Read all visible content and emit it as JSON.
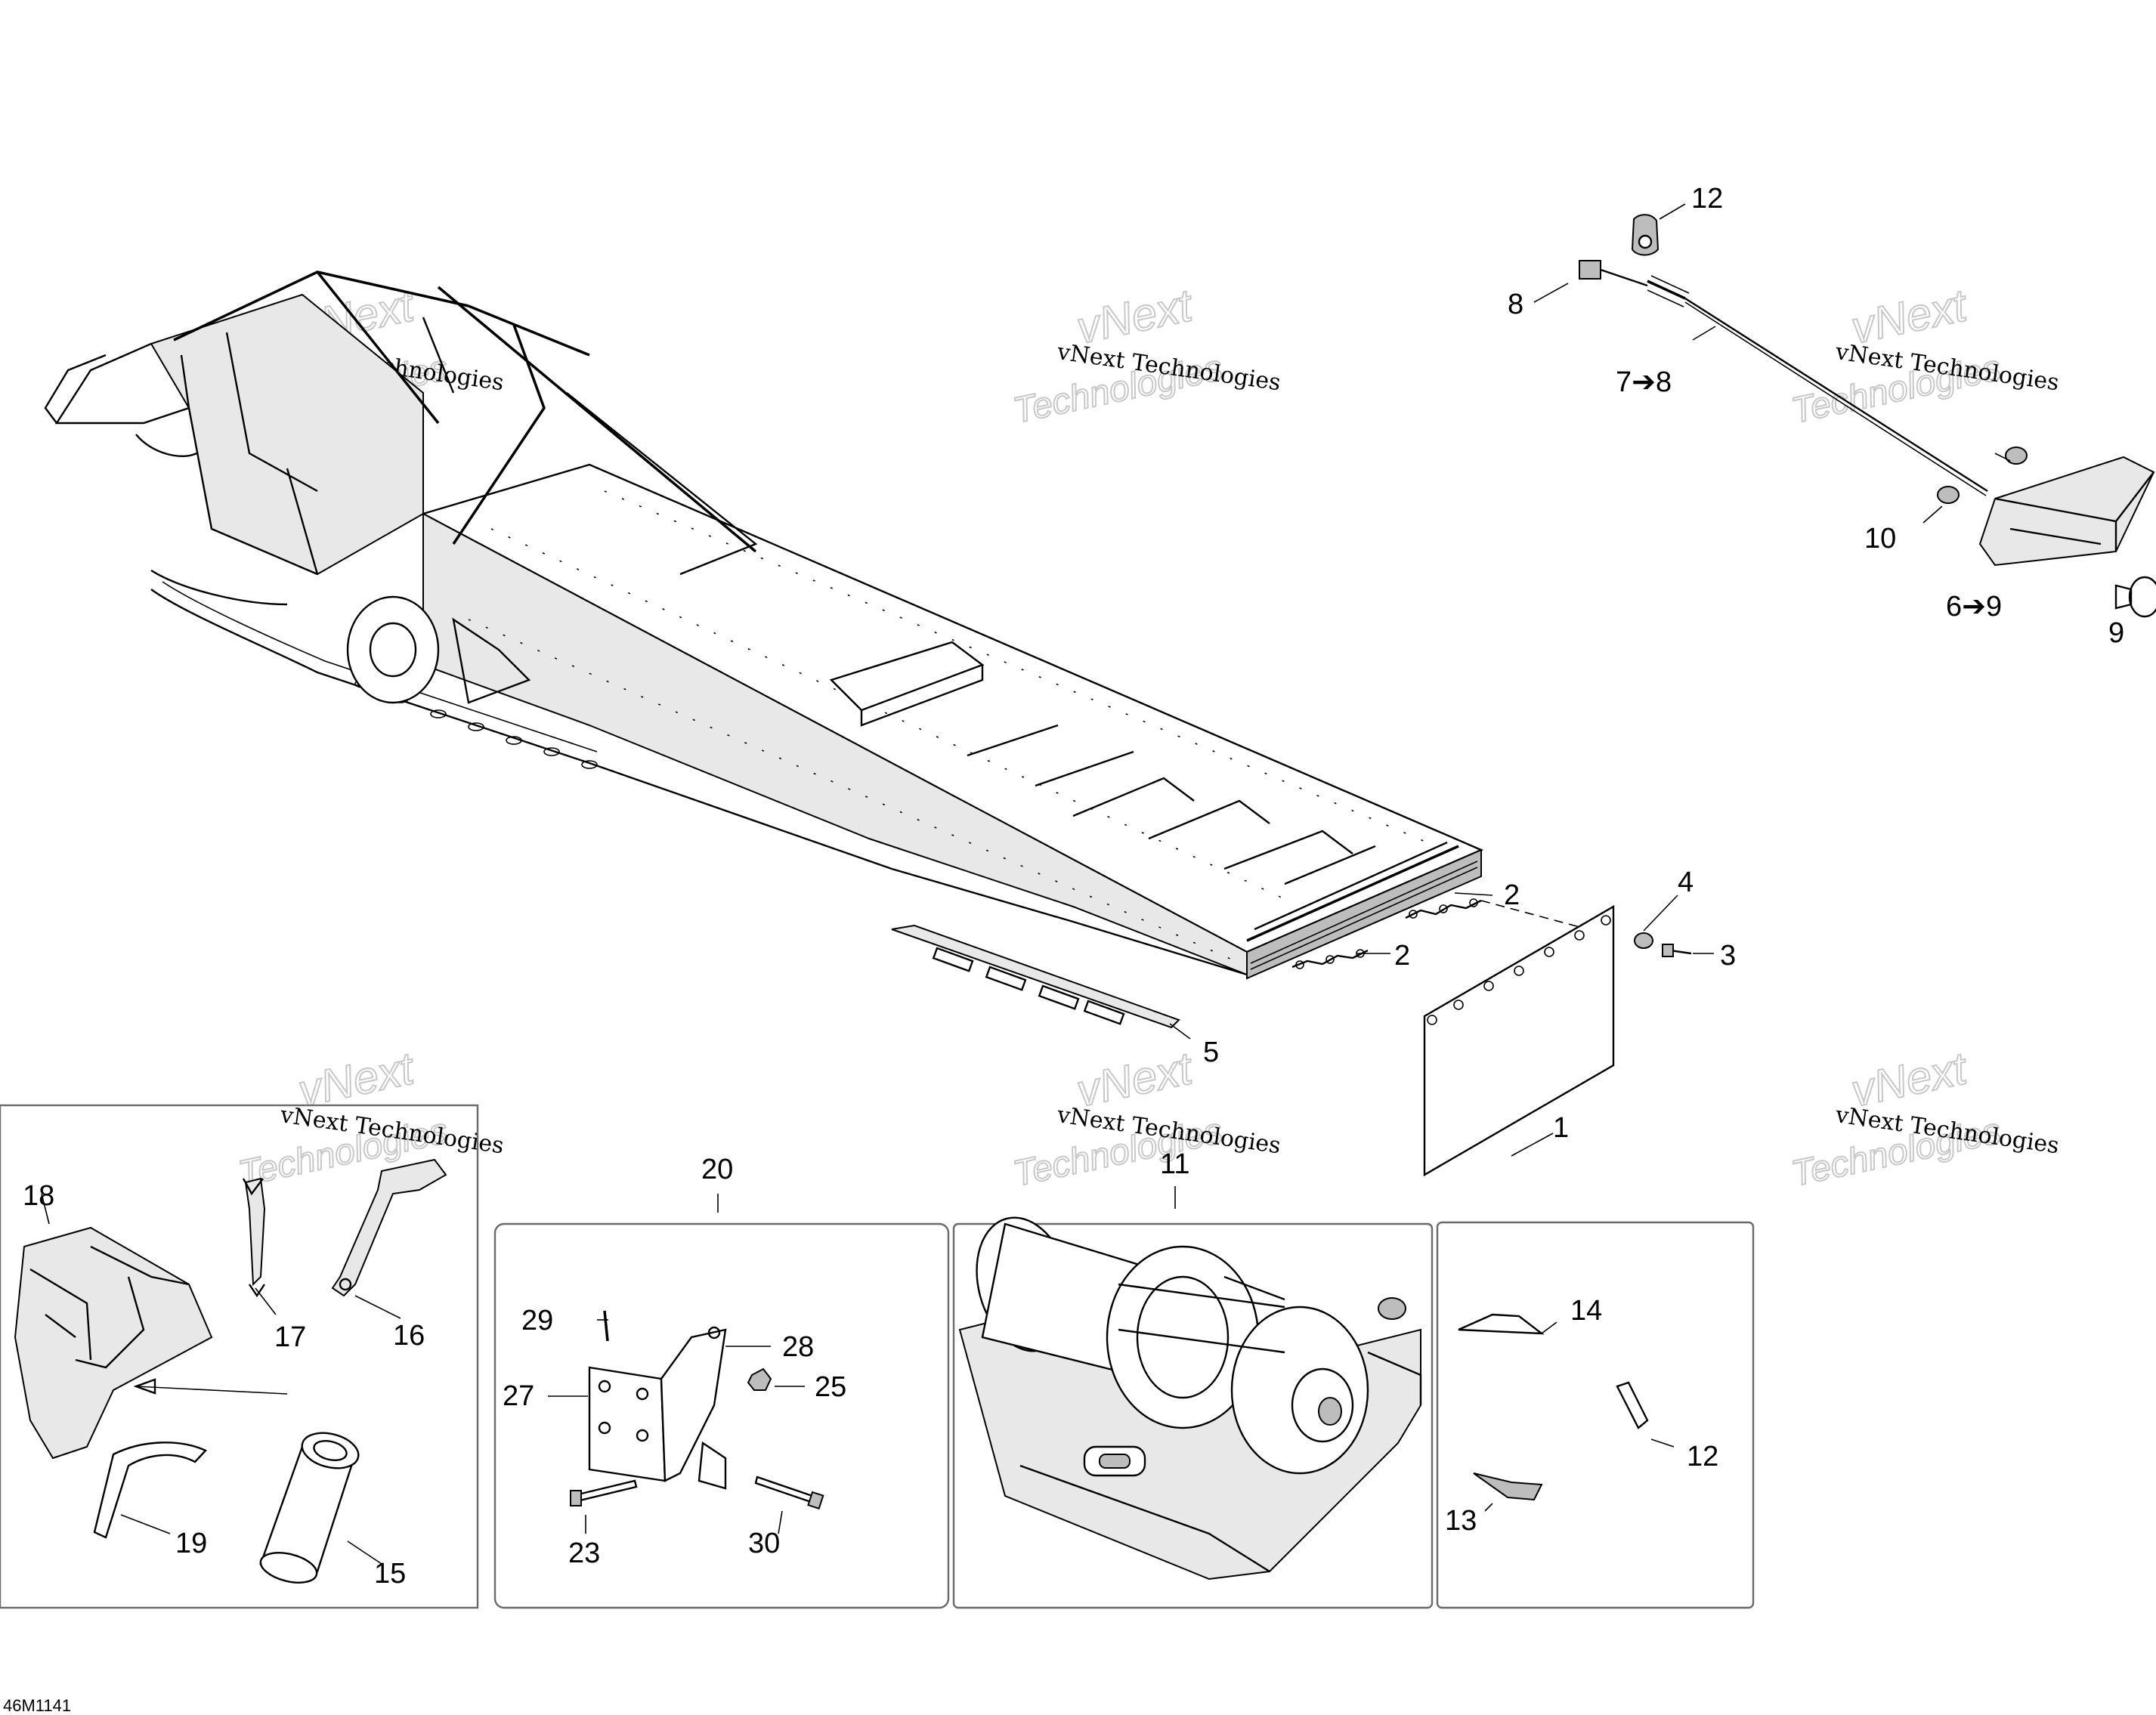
{
  "figure_id": "46M1141",
  "watermark": {
    "line1": "vNext Technologies",
    "line2": "vNext",
    "line3": "Technologies"
  },
  "callouts": {
    "c1": "1",
    "c2a": "2",
    "c2b": "2",
    "c3": "3",
    "c4": "4",
    "c5": "5",
    "c6": "6➔9",
    "c7": "7➔8",
    "c8": "8",
    "c9": "9",
    "c10": "10",
    "c11": "11",
    "c12a": "12",
    "c12b": "12",
    "c13": "13",
    "c14": "14",
    "c15": "15",
    "c16": "16",
    "c17": "17",
    "c18": "18",
    "c19": "19",
    "c20": "20",
    "c23": "23",
    "c25": "25",
    "c27": "27",
    "c28": "28",
    "c29": "29",
    "c30": "30"
  }
}
